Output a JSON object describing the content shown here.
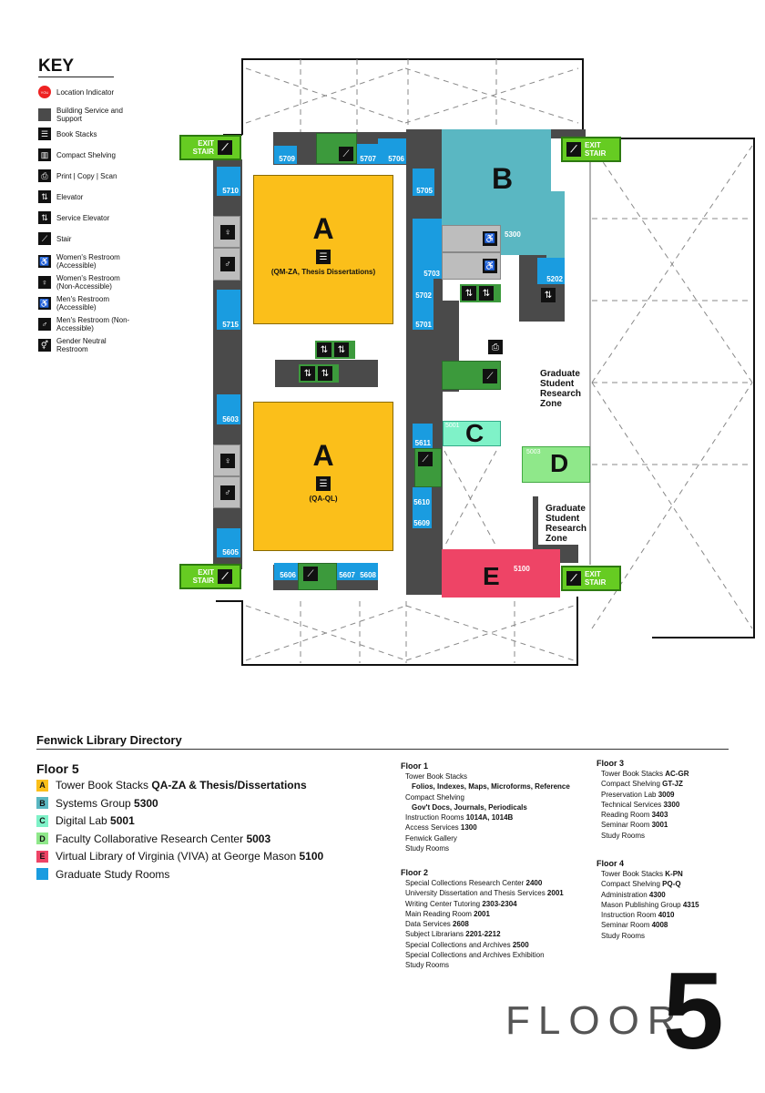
{
  "key": {
    "title": "KEY",
    "items": [
      {
        "icon": "location-indicator",
        "label": "Location Indicator",
        "glyph": "YOU"
      },
      {
        "icon": "building-service",
        "label": "Building Service and Support",
        "glyph": ""
      },
      {
        "icon": "book-stacks",
        "label": "Book Stacks",
        "glyph": "☰"
      },
      {
        "icon": "compact-shelving",
        "label": "Compact Shelving",
        "glyph": "▥"
      },
      {
        "icon": "print",
        "label": "Print | Copy | Scan",
        "glyph": "⎙"
      },
      {
        "icon": "elevator",
        "label": "Elevator",
        "glyph": "⇅"
      },
      {
        "icon": "service-elevator",
        "label": "Service Elevator",
        "glyph": "⇅"
      },
      {
        "icon": "stair",
        "label": "Stair",
        "glyph": "⟋"
      },
      {
        "icon": "womens-restroom-accessible",
        "label": "Women's Restroom (Accessible)",
        "glyph": "♿"
      },
      {
        "icon": "womens-restroom",
        "label": "Women's Restroom (Non-Accessible)",
        "glyph": "♀"
      },
      {
        "icon": "mens-restroom-accessible",
        "label": "Men's Restroom (Accessible)",
        "glyph": "♿"
      },
      {
        "icon": "mens-restroom",
        "label": "Men's Restroom (Non-Accessible)",
        "glyph": "♂"
      },
      {
        "icon": "gender-neutral-restroom",
        "label": "Gender Neutral Restroom",
        "glyph": "⚥"
      }
    ]
  },
  "map": {
    "exit_label": "EXIT STAIR",
    "zone_a_letter": "A",
    "zone_a_top_note": "(QM-ZA, Thesis Dissertations)",
    "zone_a_bottom_note": "(QA-QL)",
    "zone_b_letter": "B",
    "zone_b_room": "5300",
    "zone_c_letter": "C",
    "zone_c_room": "5001",
    "zone_d_letter": "D",
    "zone_d_room": "5003",
    "zone_e_letter": "E",
    "zone_e_room": "5100",
    "research_zone": "Graduate Student Research Zone",
    "rooms": {
      "r5709": "5709",
      "r5707": "5707",
      "r5706": "5706",
      "r5710": "5710",
      "r5715": "5715",
      "r5603": "5603",
      "r5605": "5605",
      "r5705": "5705",
      "r5703": "5703",
      "r5702": "5702",
      "r5701": "5701",
      "r5202": "5202",
      "r5611": "5611",
      "r5610": "5610",
      "r5609": "5609",
      "r5606": "5606",
      "r5607": "5607",
      "r5608": "5608"
    }
  },
  "directory": {
    "title": "Fenwick Library Directory",
    "floor5": {
      "title": "Floor 5",
      "items": [
        {
          "letter": "A",
          "color": "#fbbf1a",
          "text": "Tower Book Stacks ",
          "bold": "QA-ZA & Thesis/Dissertations"
        },
        {
          "letter": "B",
          "color": "#5ab7c2",
          "text": "Systems Group ",
          "bold": "5300"
        },
        {
          "letter": "C",
          "color": "#7ff2c8",
          "text": "Digital Lab ",
          "bold": "5001"
        },
        {
          "letter": "D",
          "color": "#8fe88a",
          "text": "Faculty Collaborative Research Center ",
          "bold": "5003"
        },
        {
          "letter": "E",
          "color": "#ee4466",
          "text": "Virtual Library of Virginia (VIVA) at George Mason ",
          "bold": "5100"
        },
        {
          "letter": "",
          "color": "#1a9ce0",
          "text": "Graduate Study Rooms",
          "bold": ""
        }
      ]
    },
    "floor1": {
      "title": "Floor 1",
      "items": [
        [
          "Tower Book Stacks",
          ""
        ],
        [
          "",
          "Folios, Indexes, Maps, Microforms, Reference"
        ],
        [
          "Compact Shelving",
          ""
        ],
        [
          "",
          "Gov't Docs, Journals, Periodicals"
        ],
        [
          "Instruction Rooms ",
          "1014A, 1014B"
        ],
        [
          "Access Services ",
          "1300"
        ],
        [
          "Fenwick Gallery",
          ""
        ],
        [
          "Study Rooms",
          ""
        ]
      ]
    },
    "floor2": {
      "title": "Floor 2",
      "items": [
        [
          "Special Collections Research Center ",
          "2400"
        ],
        [
          "University Dissertation and Thesis Services ",
          "2001"
        ],
        [
          "Writing Center Tutoring ",
          "2303-2304"
        ],
        [
          "Main Reading Room ",
          "2001"
        ],
        [
          "Data Services ",
          "2608"
        ],
        [
          "Subject Librarians ",
          "2201-2212"
        ],
        [
          "Special Collections and Archives ",
          "2500"
        ],
        [
          "Special Collections and Archives Exhibition",
          ""
        ],
        [
          "Study Rooms",
          ""
        ]
      ]
    },
    "floor3": {
      "title": "Floor 3",
      "items": [
        [
          "Tower Book Stacks ",
          "AC-GR"
        ],
        [
          "Compact Shelving ",
          "GT-JZ"
        ],
        [
          "Preservation Lab ",
          "3009"
        ],
        [
          "Technical Services ",
          "3300"
        ],
        [
          "Reading Room ",
          "3403"
        ],
        [
          "Seminar Room ",
          "3001"
        ],
        [
          "Study Rooms",
          ""
        ]
      ]
    },
    "floor4": {
      "title": "Floor 4",
      "items": [
        [
          "Tower Book Stacks ",
          "K-PN"
        ],
        [
          "Compact Shelving ",
          "PQ-Q"
        ],
        [
          "Administration ",
          "4300"
        ],
        [
          "Mason Publishing Group ",
          "4315"
        ],
        [
          "Instruction Room ",
          "4010"
        ],
        [
          "Seminar Room ",
          "4008"
        ],
        [
          "Study Rooms",
          ""
        ]
      ]
    }
  },
  "floor_label": {
    "word": "FLOOR",
    "number": "5"
  }
}
